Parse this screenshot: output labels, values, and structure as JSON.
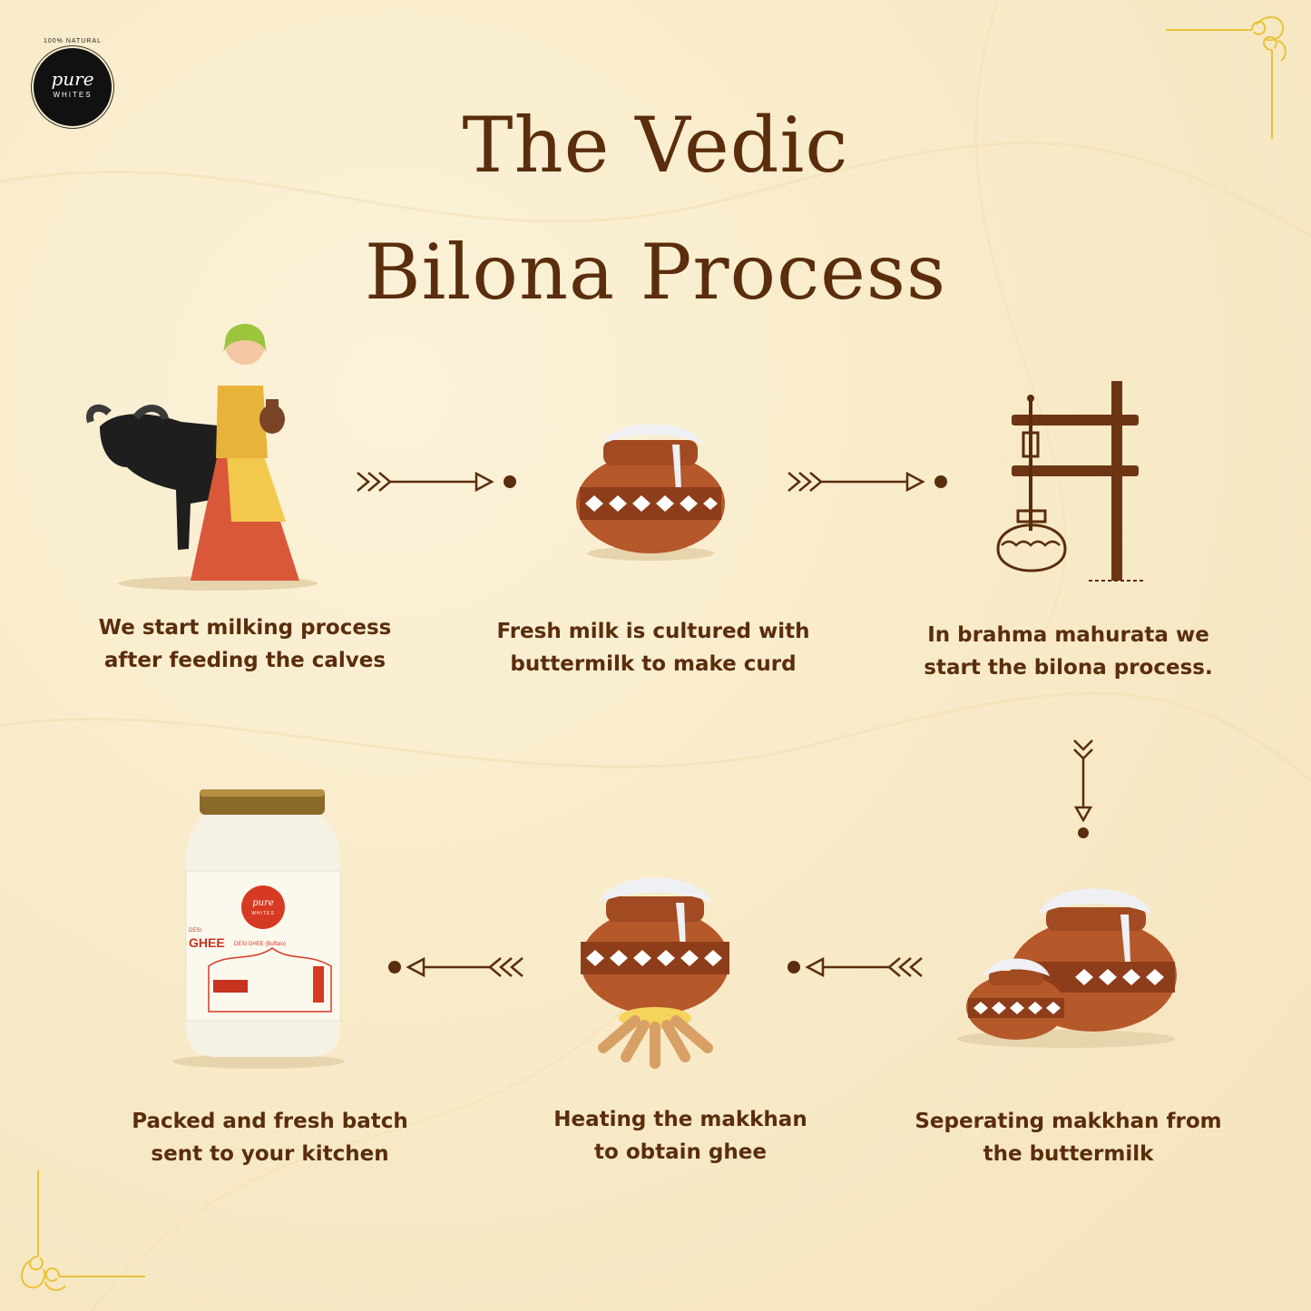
{
  "brand": {
    "top_text": "100% NATURAL",
    "name": "pure",
    "sub": "WHITES"
  },
  "title": {
    "line1": "The Vedic",
    "line2": "Bilona Process"
  },
  "steps": [
    {
      "line1": "We start milking process",
      "line2": "after feeding the calves"
    },
    {
      "line1": "Fresh milk is cultured with",
      "line2": "buttermilk to make curd"
    },
    {
      "line1": "In brahma mahurata we",
      "line2": "start the bilona process."
    },
    {
      "line1": "Seperating makkhan from",
      "line2": "the buttermilk"
    },
    {
      "line1": "Heating the makkhan",
      "line2": "to obtain ghee"
    },
    {
      "line1": "Packed and fresh batch",
      "line2": "sent to your kitchen"
    }
  ],
  "jar": {
    "brand": "pure",
    "sub": "WHITES",
    "label": "DESI GHEE (Buffalo)",
    "short": "GHEE",
    "tag": "DESI"
  },
  "colors": {
    "brown": "#5a2d0c",
    "clay": "#b5582a",
    "gold": "#e8c23a",
    "bg": "#f8ebc9"
  }
}
